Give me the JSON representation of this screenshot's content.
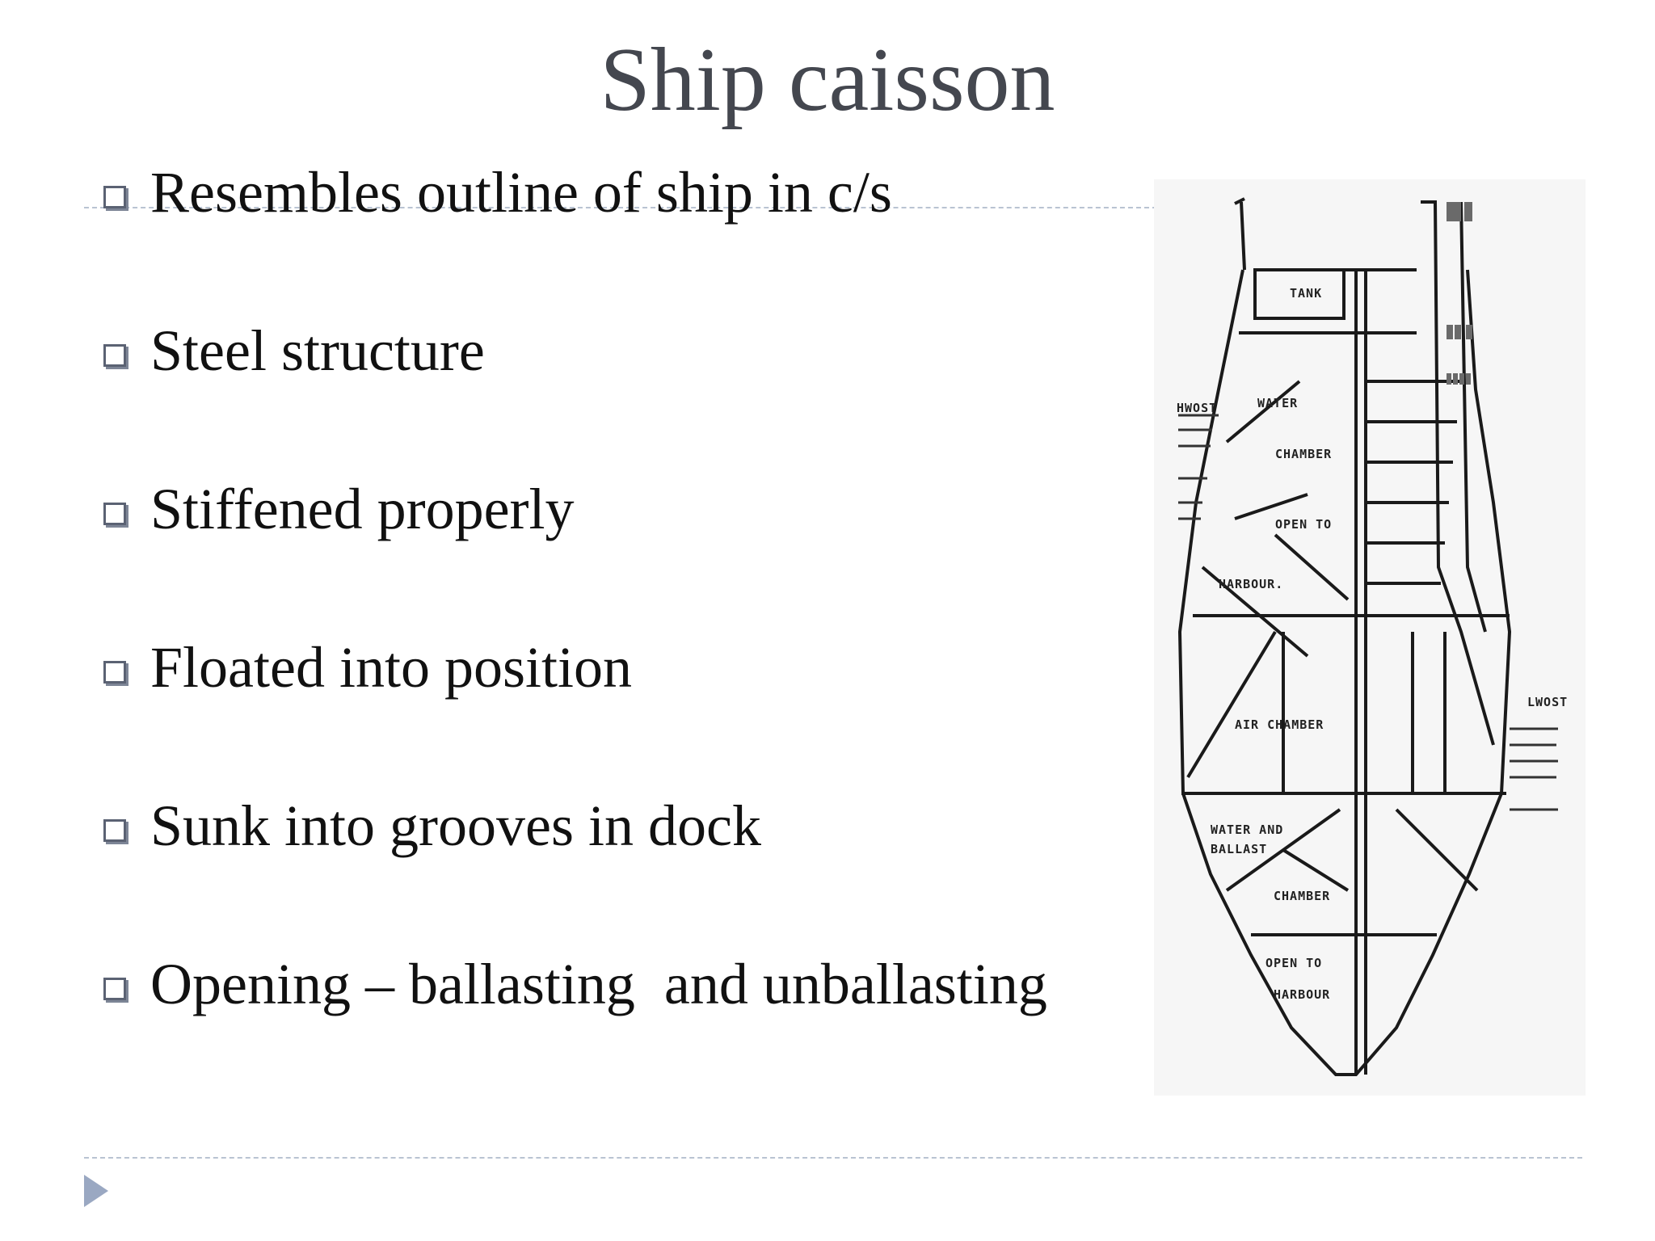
{
  "slide": {
    "title": "Ship caisson",
    "bullets": [
      "Resembles outline of ship in c/s",
      "Steel structure",
      "Stiffened properly",
      "Floated into position",
      "Sunk into grooves in dock",
      "Opening – ballasting  and unballasting"
    ],
    "figure": {
      "labels": {
        "tank": "TANK",
        "hwost": "HWOST",
        "water": "WATER",
        "chamber": "CHAMBER",
        "open_to": "OPEN TO",
        "harbour": "HARBOUR.",
        "air_chamber": "AIR CHAMBER",
        "lwost": "LWOST",
        "water_and": "WATER AND",
        "ballast": "BALLAST",
        "chamber2": "CHAMBER",
        "open_to2": "OPEN TO",
        "harbour2": "HARBOUR"
      }
    }
  },
  "colors": {
    "title": "#44474f",
    "rule": "#b9c3d2",
    "bullet": "#5b6273",
    "arrow": "#9aa8c2"
  }
}
